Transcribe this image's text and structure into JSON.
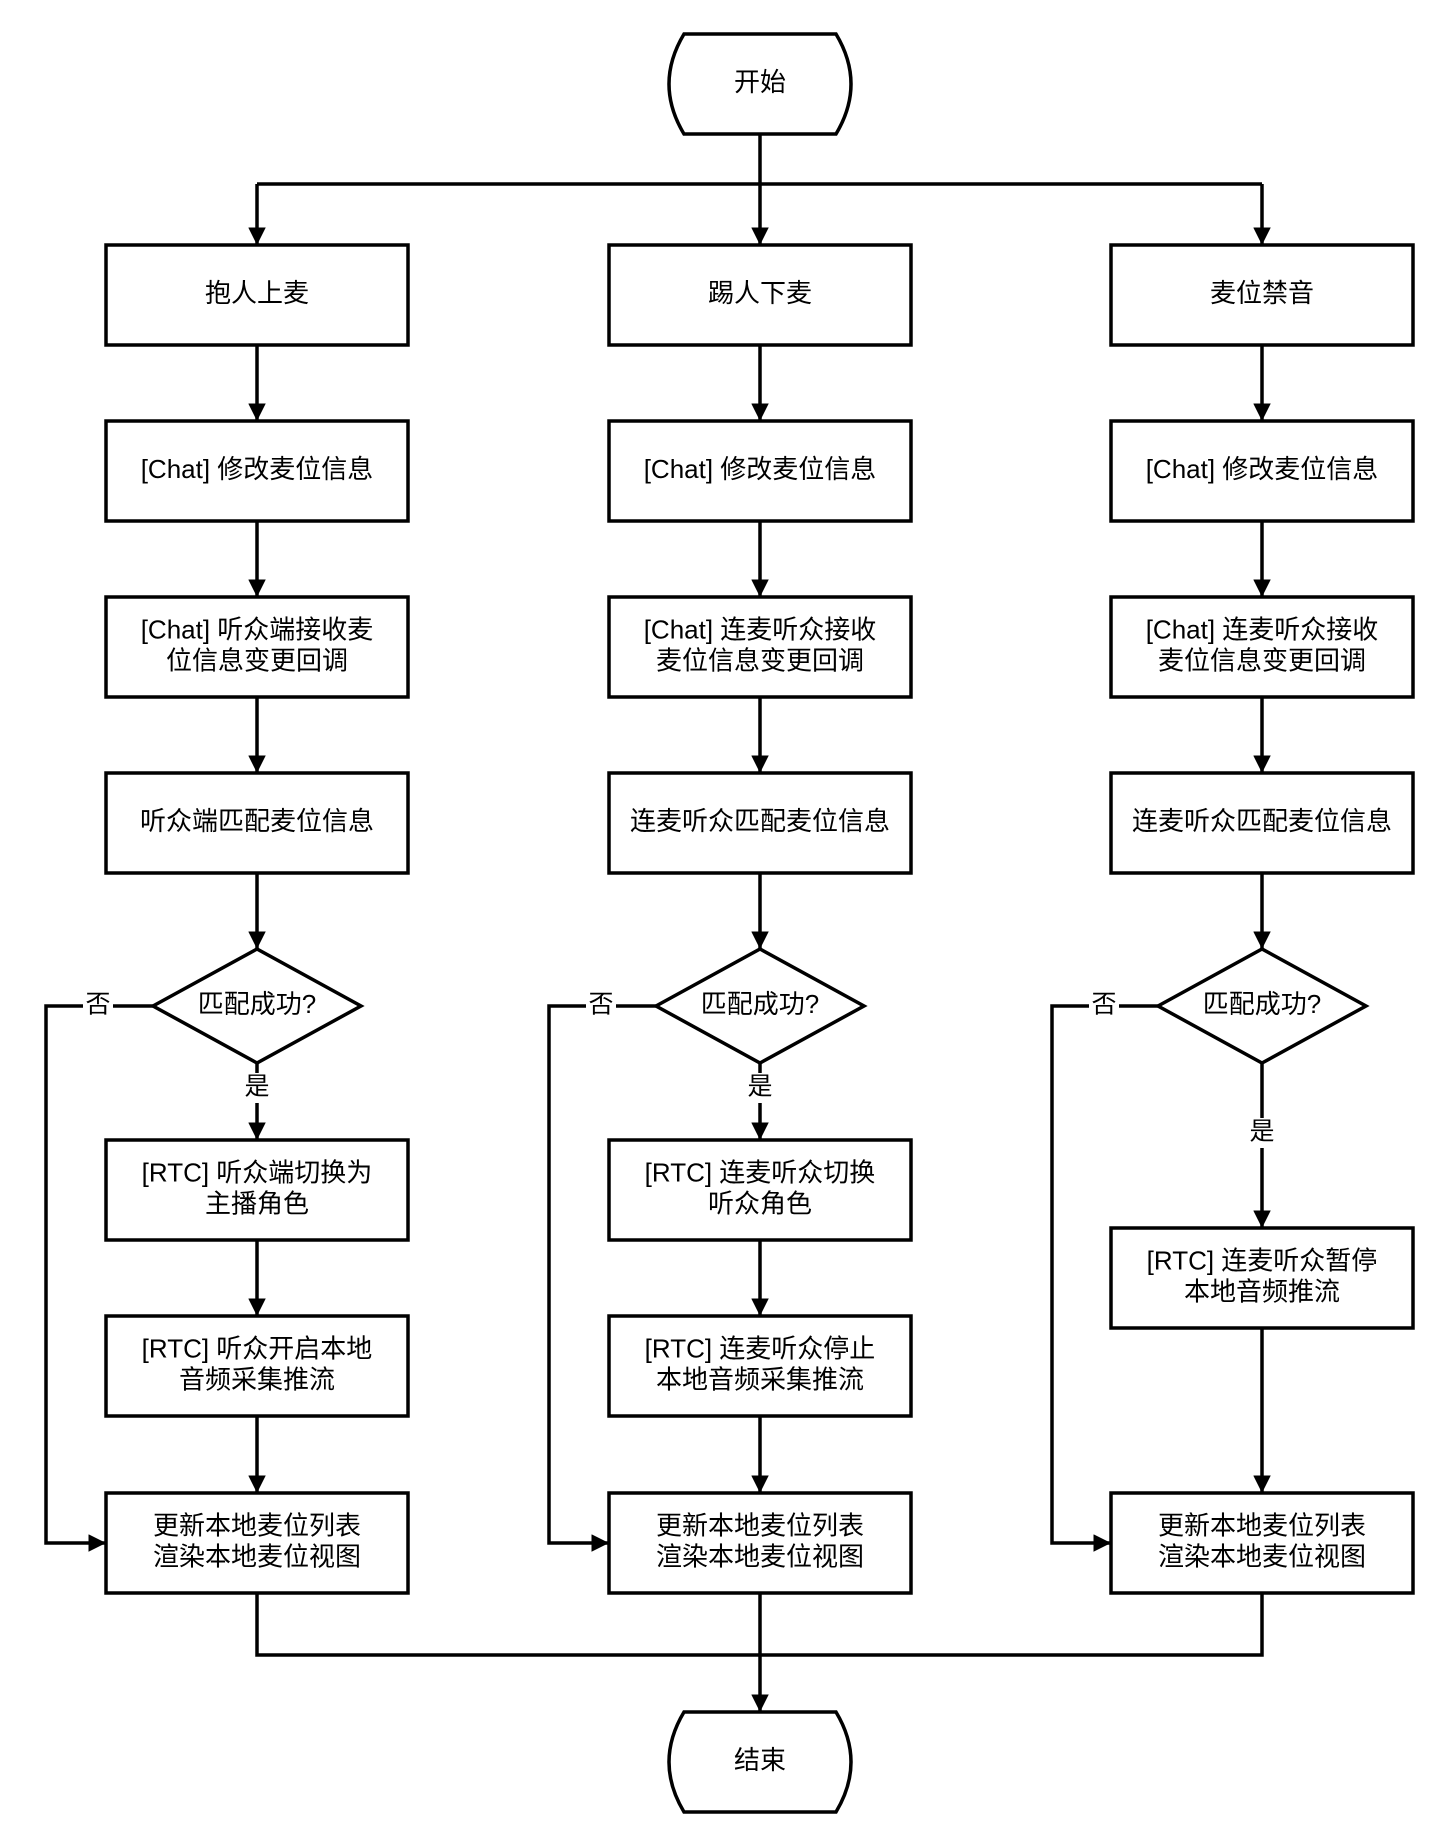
{
  "start": "开始",
  "end": "结束",
  "branches": [
    {
      "title": "抱人上麦",
      "step1": "[Chat] 修改麦位信息",
      "step2": [
        "[Chat] 听众端接收麦",
        "位信息变更回调"
      ],
      "step3": "听众端匹配麦位信息",
      "decision": "匹配成功?",
      "yes": "是",
      "no": "否",
      "rtc1": [
        "[RTC] 听众端切换为",
        "主播角色"
      ],
      "rtc2": [
        "[RTC] 听众开启本地",
        "音频采集推流"
      ],
      "update": [
        "更新本地麦位列表",
        "渲染本地麦位视图"
      ]
    },
    {
      "title": "踢人下麦",
      "step1": "[Chat] 修改麦位信息",
      "step2": [
        "[Chat] 连麦听众接收",
        "麦位信息变更回调"
      ],
      "step3": "连麦听众匹配麦位信息",
      "decision": "匹配成功?",
      "yes": "是",
      "no": "否",
      "rtc1": [
        "[RTC] 连麦听众切换",
        "听众角色"
      ],
      "rtc2": [
        "[RTC] 连麦听众停止",
        "本地音频采集推流"
      ],
      "update": [
        "更新本地麦位列表",
        "渲染本地麦位视图"
      ]
    },
    {
      "title": "麦位禁音",
      "step1": "[Chat] 修改麦位信息",
      "step2": [
        "[Chat] 连麦听众接收",
        "麦位信息变更回调"
      ],
      "step3": "连麦听众匹配麦位信息",
      "decision": "匹配成功?",
      "yes": "是",
      "no": "否",
      "rtc1": [
        "[RTC] 连麦听众暂停",
        "本地音频推流"
      ],
      "update": [
        "更新本地麦位列表",
        "渲染本地麦位视图"
      ]
    }
  ]
}
